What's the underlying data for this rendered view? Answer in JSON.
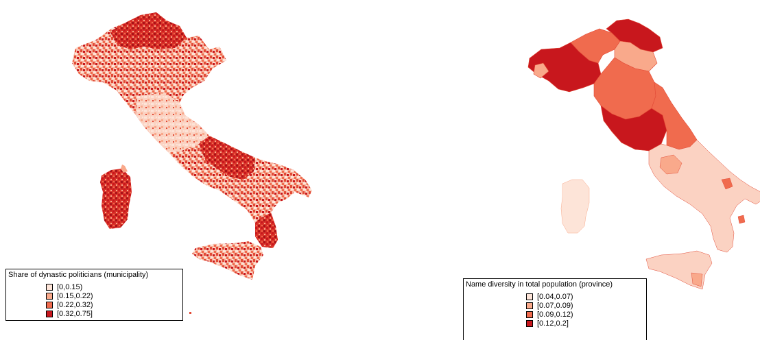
{
  "colors": {
    "c1": "#fde4d8",
    "c2": "#f9a98b",
    "c3": "#f06b4e",
    "c4": "#c8171d",
    "noise": "#d62a2a"
  },
  "left_map": {
    "legend_title": "Share of dynastic politicians (municipality)",
    "classes": [
      {
        "label": "[0,0.15)",
        "color": "#fde4d8"
      },
      {
        "label": "[0.15,0.22)",
        "color": "#f9a98b"
      },
      {
        "label": "[0.22,0.32)",
        "color": "#f06b4e"
      },
      {
        "label": "[0.32,0.75]",
        "color": "#c8171d"
      }
    ]
  },
  "right_map": {
    "legend_title": "Name diversity in total population (province)",
    "classes": [
      {
        "label": "[0.04,0.07)",
        "color": "#fde4d8"
      },
      {
        "label": "[0.07,0.09)",
        "color": "#f9a98b"
      },
      {
        "label": "[0.09,0.12)",
        "color": "#f06b4e"
      },
      {
        "label": "[0.12,0.2]",
        "color": "#c8171d"
      }
    ]
  }
}
